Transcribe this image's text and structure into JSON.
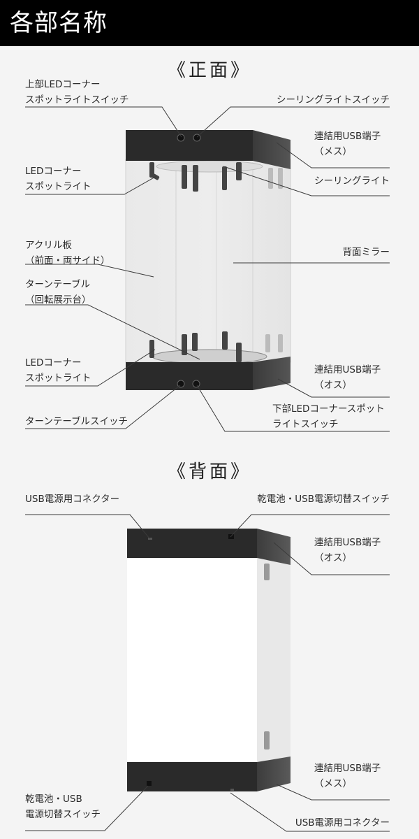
{
  "header": {
    "title": "各部名称"
  },
  "front": {
    "title": "《正面》",
    "labels": {
      "top_led_switch": [
        "上部LEDコーナー",
        "スポットライトスイッチ"
      ],
      "ceiling_light_switch": "シーリングライトスイッチ",
      "usb_port_female": [
        "連結用USB端子",
        "（メス）"
      ],
      "top_led_spotlight": [
        "LEDコーナー",
        "スポットライト"
      ],
      "ceiling_light": "シーリングライト",
      "acrylic_panel": [
        "アクリル板",
        "（前面・両サイド）"
      ],
      "rear_mirror": "背面ミラー",
      "turntable": [
        "ターンテーブル",
        "（回転展示台）"
      ],
      "bottom_led_spotlight": [
        "LEDコーナー",
        "スポットライト"
      ],
      "usb_port_male": [
        "連結用USB端子",
        "（オス）"
      ],
      "turntable_switch": "ターンテーブルスイッチ",
      "bottom_led_switch": [
        "下部LEDコーナースポット",
        "ライトスイッチ"
      ]
    }
  },
  "back": {
    "title": "《背面》",
    "labels": {
      "usb_power_connector_top": "USB電源用コネクター",
      "battery_usb_switch_top": "乾電池・USB電源切替スイッチ",
      "usb_port_male": [
        "連結用USB端子",
        "（オス）"
      ],
      "usb_port_female": [
        "連結用USB端子",
        "（メス）"
      ],
      "battery_usb_switch_bottom": [
        "乾電池・USB",
        "電源切替スイッチ"
      ],
      "usb_power_connector_bottom": "USB電源用コネクター"
    }
  },
  "colors": {
    "header_bg": "#000000",
    "page_bg": "#f4f4f4",
    "case_black": "#2b2b2b",
    "leader_line": "#3a3a3a"
  }
}
